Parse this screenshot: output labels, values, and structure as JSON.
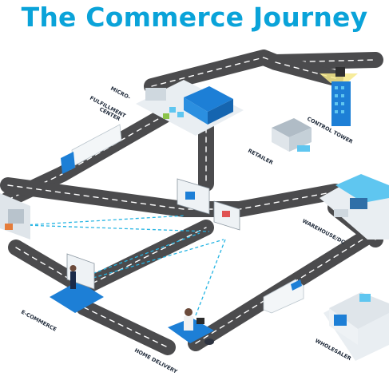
{
  "title": "The Commerce Journey",
  "colors": {
    "title": "#0aa3d9",
    "road": "#4b4b4d",
    "road_line": "#ffffff",
    "connector": "#27b5e3",
    "accent_blue": "#1d7fd6",
    "light_blue": "#5fc6f0",
    "ground": "#e9eef2"
  },
  "nodes": {
    "micro_fulfillment": [
      "MICRO-",
      "FULFILLMENT",
      "CENTER"
    ],
    "control_tower": "CONTROL TOWER",
    "retailer": "RETAILER",
    "warehouse": "WAREHOUSE/DC",
    "ecommerce": "E-COMMERCE",
    "home_delivery": "HOME DELIVERY",
    "wholesaler": "WHOLESALER"
  }
}
